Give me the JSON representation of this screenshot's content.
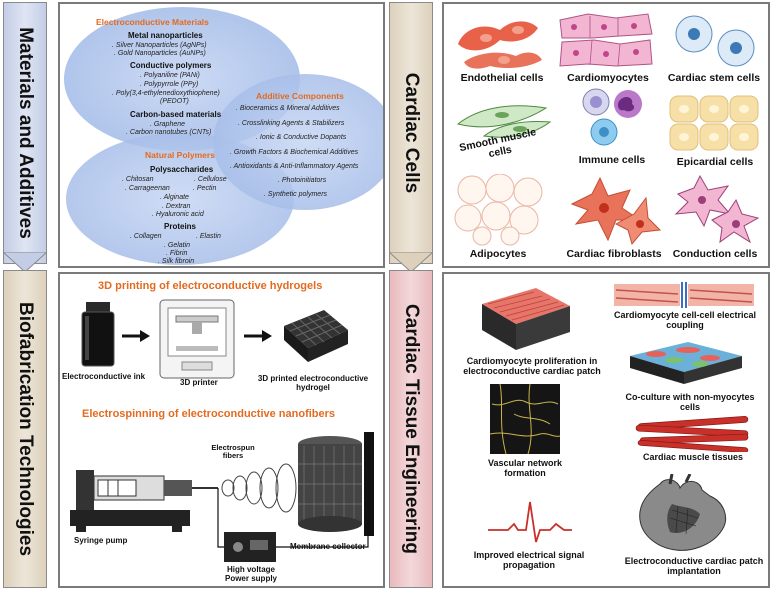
{
  "tabs": {
    "materials": "Materials and Additives",
    "biofab": "Biofabrication Technologies",
    "cells": "Cardiac Cells",
    "tissue": "Cardiac Tissue Engineering"
  },
  "materials": {
    "electro_title": "Electroconductive Materials",
    "metal_head": "Metal nanoparticles",
    "metal_items": [
      ". Silver Nanoparticles (AgNPs)",
      ". Gold Nanoparticles (AuNPs)"
    ],
    "polymer_head": "Conductive polymers",
    "polymer_items": [
      ". Polyaniline (PANi)",
      ". Polypyrrole (PPy)",
      ". Poly(3,4-ethylenedioxythiophene)",
      "(PEDOT)"
    ],
    "carbon_head": "Carbon-based materials",
    "carbon_items": [
      ". Graphene",
      ". Carbon nanotubes (CNTs)"
    ],
    "natural_title": "Natural Polymers",
    "poly_head": "Polysaccharides",
    "poly_items": [
      ". Chitosan",
      ". Cellulose",
      ". Carrageenan",
      ". Pectin",
      ". Alginate",
      ". Dextran",
      ". Hyaluronic acid"
    ],
    "protein_head": "Proteins",
    "protein_items": [
      ". Collagen",
      ". Elastin",
      ". Gelatin",
      ". Fibrin",
      ". Silk fibroin"
    ],
    "additive_title": "Additive Components",
    "additive_items": [
      ". Bioceramics & Mineral Additives",
      ". Crosslinking Agents & Stabilizers",
      ". Ionic & Conductive Dopants",
      ". Growth Factors & Biochemical Additives",
      ". Antioxidants & Anti-Inflammatory Agents",
      ". Photoinitiators",
      ". Synthetic polymers"
    ]
  },
  "biofab": {
    "print_title": "3D printing of electroconductive hydrogels",
    "ink_label": "Electroconductive ink",
    "printer_label": "3D printer",
    "printed_label": "3D printed electroconductive hydrogel",
    "spin_title": "Electrospinning of electroconductive nanofibers",
    "fibers_label": "Electrospun fibers",
    "pump_label": "Syringe pump",
    "collector_label": "Membrane collector",
    "power_label": "High voltage Power supply"
  },
  "cells": {
    "endothelial": "Endothelial cells",
    "cardiomyocytes": "Cardiomyocytes",
    "stem": "Cardiac stem cells",
    "smooth": "Smooth muscle cells",
    "immune": "Immune cells",
    "epicardial": "Epicardial cells",
    "adipocytes": "Adipocytes",
    "fibroblasts": "Cardiac fibroblasts",
    "conduction": "Conduction cells"
  },
  "tissue": {
    "coupling": "Cardiomyocyte cell-cell electrical coupling",
    "proliferation": "Cardiomyocyte proliferation in electroconductive cardiac patch",
    "coculture": "Co-culture with non-myocytes cells",
    "vascular": "Vascular network formation",
    "muscle": "Cardiac muscle tissues",
    "signal": "Improved electrical signal propagation",
    "implant": "Electroconductive cardiac patch implantation"
  },
  "colors": {
    "tab_blue": "#c9d3ea",
    "tab_tan": "#e3d8c6",
    "tab_pink": "#ecc5c8",
    "title_orange": "#e36a1f",
    "circle_blue": "#aec2ea"
  }
}
